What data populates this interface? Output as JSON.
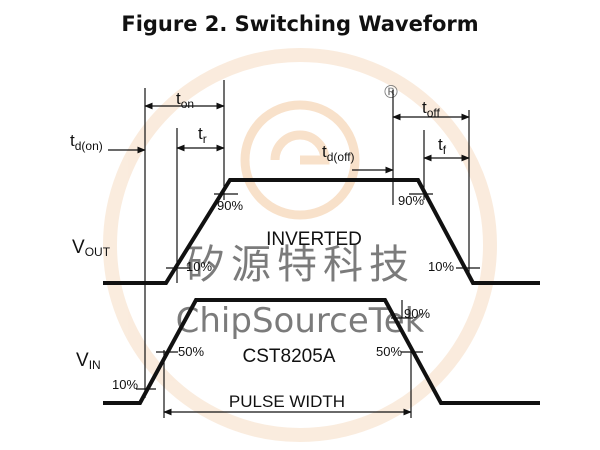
{
  "title": "Figure 2. Switching Waveform",
  "labels": {
    "t_on_main": "t",
    "t_on_sub": "on",
    "t_r_main": "t",
    "t_r_sub": "r",
    "t_don_main": "t",
    "t_don_sub": "d(on)",
    "t_doff_main": "t",
    "t_doff_sub": "d(off)",
    "t_off_main": "t",
    "t_off_sub": "off",
    "t_f_main": "t",
    "t_f_sub": "f",
    "vout_main": "V",
    "vout_sub": "OUT",
    "vin_main": "V",
    "vin_sub": "IN",
    "inverted": "INVERTED",
    "part": "CST8205A",
    "pulse_width": "PULSE WIDTH",
    "pct_90_left": "90%",
    "pct_10_left": "10%",
    "pct_90_right": "90%",
    "pct_10_right": "10%",
    "pct_50_left": "50%",
    "pct_10_vin": "10%",
    "pct_90_vin": "90%",
    "pct_50_right": "50%"
  },
  "watermark": {
    "chinese": "矽源特科技",
    "latin": "ChipSourceTek",
    "registered": "®",
    "color": "#f3c9a0"
  },
  "colors": {
    "ink": "#111111"
  }
}
